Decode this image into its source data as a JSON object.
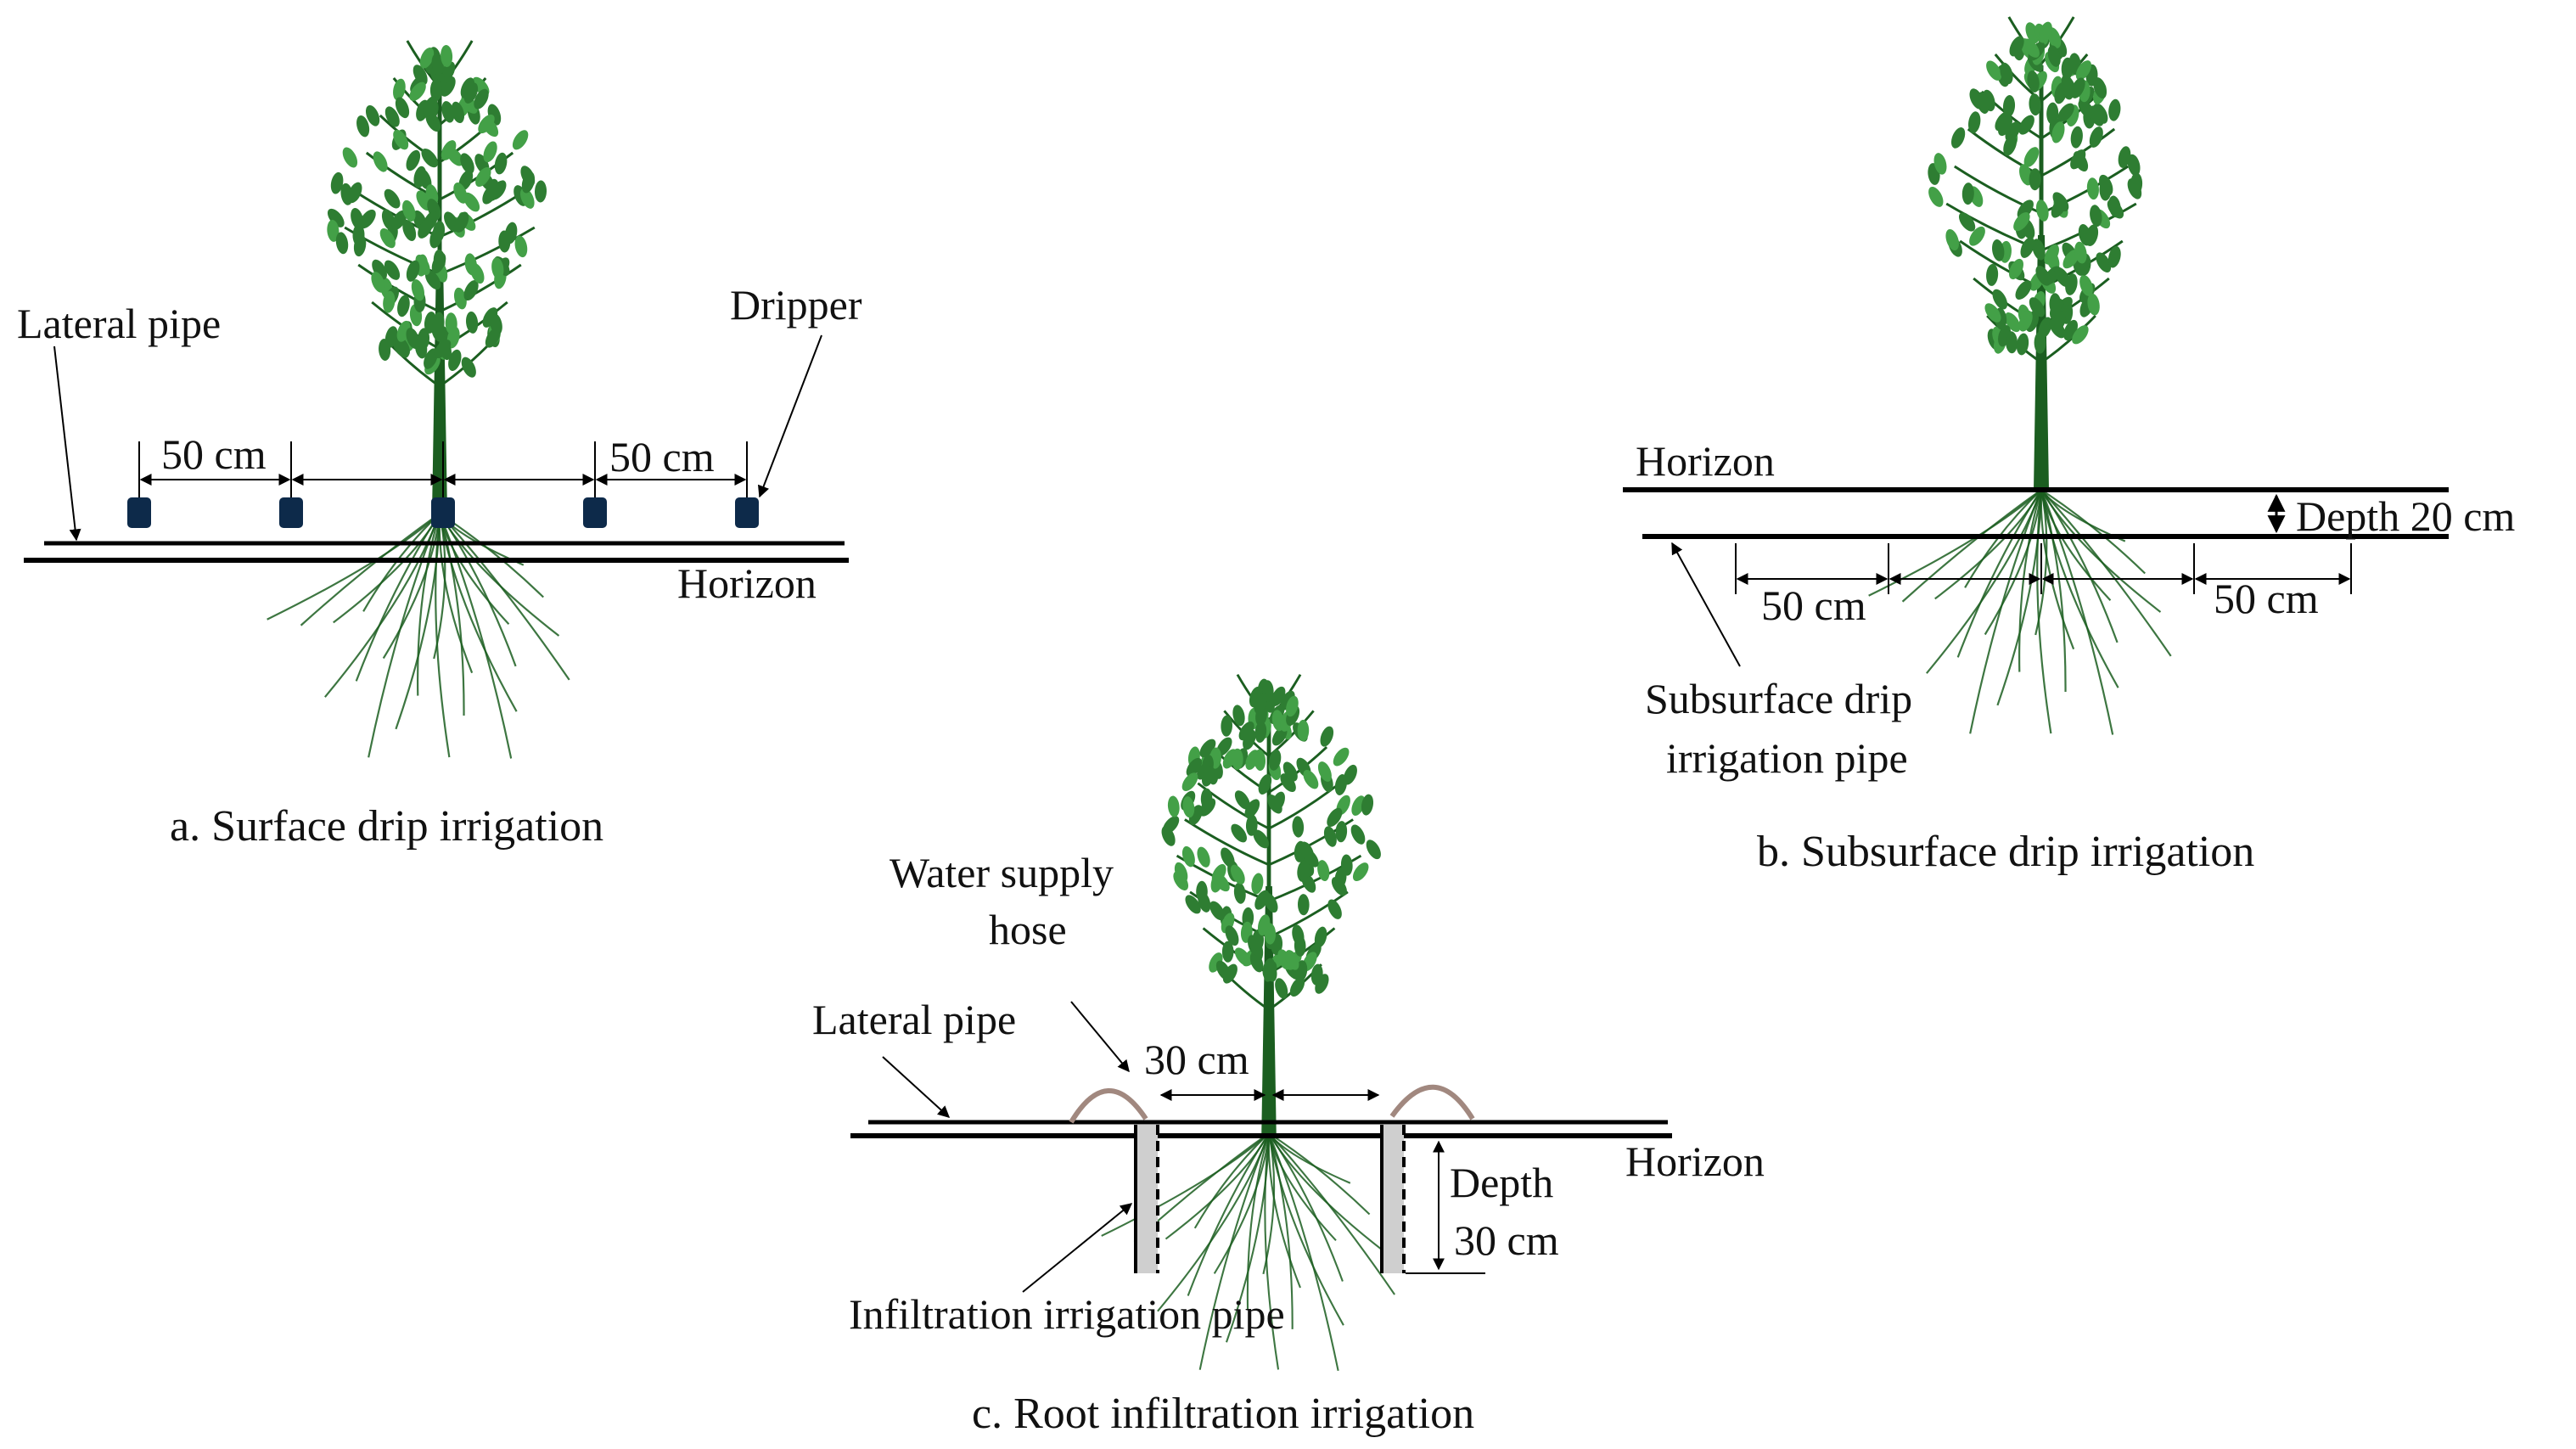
{
  "panels": {
    "surface": {
      "caption": "a. Surface drip irrigation",
      "lateral_pipe": "Lateral pipe",
      "dripper": "Dripper",
      "spacing_left": "50 cm",
      "spacing_right": "50 cm",
      "horizon": "Horizon"
    },
    "subsurface": {
      "caption": "b. Subsurface drip irrigation",
      "horizon": "Horizon",
      "depth": "Depth 20 cm",
      "spacing_left": "50 cm",
      "spacing_right": "50 cm",
      "pipe_line1": "Subsurface drip",
      "pipe_line2": "irrigation pipe"
    },
    "root_infiltration": {
      "caption": "c. Root infiltration irrigation",
      "hose_line1": "Water supply",
      "hose_line2": "hose",
      "lateral_pipe": "Lateral pipe",
      "spacing": "30 cm",
      "horizon": "Horizon",
      "depth_line1": "Depth",
      "depth_line2": "30 cm",
      "infiltration_pipe": "Infiltration irrigation pipe"
    }
  },
  "colors": {
    "foliage": "#2e7d32",
    "foliage_light": "#43a047",
    "trunk": "#1b5e20",
    "dripper": "#0d2a4a",
    "hose": "#a1887f",
    "infiltration_fill": "#cfcfcf"
  }
}
